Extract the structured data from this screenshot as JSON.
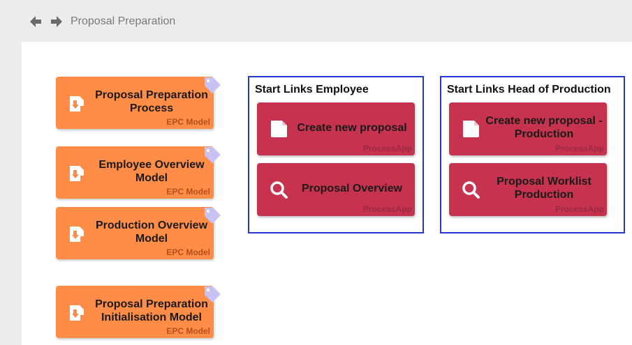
{
  "header": {
    "back_icon": "arrow-left-icon",
    "forward_icon": "arrow-right-icon",
    "breadcrumb": "Proposal Preparation"
  },
  "colors": {
    "epc_tile": "#ff8c47",
    "app_tile": "#c7334e",
    "group_border": "#2438cf",
    "tag": "#c9c3f5"
  },
  "epc_models": [
    {
      "title": "Proposal Preparation Process",
      "type": "EPC Model",
      "icon": "epc-model-icon"
    },
    {
      "title": "Employee Overview Model",
      "type": "EPC Model",
      "icon": "epc-model-icon"
    },
    {
      "title": "Production Overview Model",
      "type": "EPC Model",
      "icon": "epc-model-icon"
    },
    {
      "title": "Proposal Preparation Initialisation Model",
      "type": "EPC Model",
      "icon": "epc-model-icon"
    }
  ],
  "groups": [
    {
      "title": "Start Links Employee",
      "apps": [
        {
          "title": "Create new proposal",
          "type": "ProcessApp",
          "icon": "document-icon"
        },
        {
          "title": "Proposal Overview",
          "type": "ProcessApp",
          "icon": "search-icon"
        }
      ]
    },
    {
      "title": "Start Links Head of Production",
      "apps": [
        {
          "title": "Create new proposal - Production",
          "type": "ProcessApp",
          "icon": "document-icon"
        },
        {
          "title": "Proposal Worklist Production",
          "type": "ProcessApp",
          "icon": "search-icon"
        }
      ]
    }
  ]
}
